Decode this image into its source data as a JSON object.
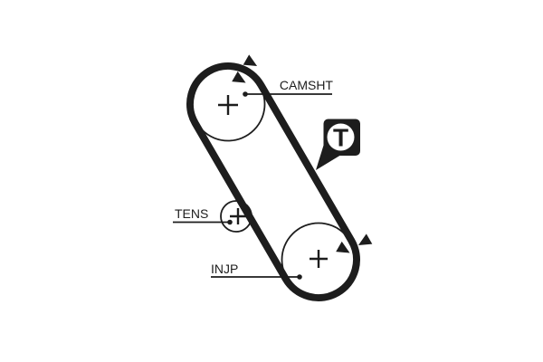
{
  "colors": {
    "ink": "#1d1d1d",
    "background": "#ffffff"
  },
  "diagram": {
    "kind": "timing-belt-routing-diagram",
    "labels": {
      "camshaft": "CAMSHT",
      "tensioner": "TENS",
      "injection_pump": "INJP"
    },
    "badge": {
      "letter": "T"
    },
    "pulley_center_mark": "+"
  }
}
